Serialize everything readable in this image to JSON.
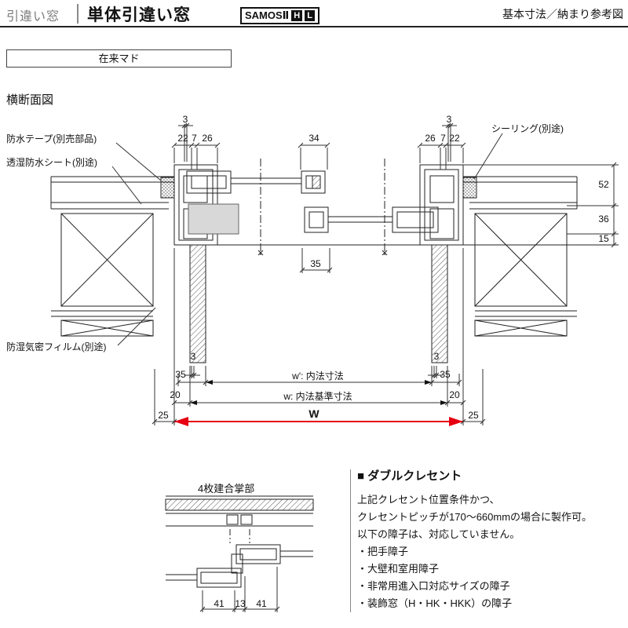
{
  "header": {
    "category": "引違い窓",
    "title": "単体引違い窓",
    "series": "SAMOSⅡ",
    "series_h": "H",
    "series_l": "L",
    "corner_note": "基本寸法／納まり参考図"
  },
  "frame_label": "在来マド",
  "section_title": "横断面図",
  "callouts": {
    "waterproof_tape": "防水テープ(別売部品)",
    "breathable_sheet": "透湿防水シート(別途)",
    "sealing": "シーリング(別途)",
    "vapor_film": "防湿気密フィルム(別途)"
  },
  "dims": {
    "t3l": "3",
    "t3r": "3",
    "l22": "22",
    "l7": "7",
    "l26": "26",
    "c34": "34",
    "r26": "26",
    "r7": "7",
    "r22": "22",
    "v52": "52",
    "v36": "36",
    "v15": "15",
    "c35": "35",
    "b3l": "3",
    "b3r": "3",
    "wp35l": "35",
    "wp35r": "35",
    "w20l": "20",
    "w20r": "20",
    "W25l": "25",
    "W25r": "25",
    "wp_label": "w': 内法寸法",
    "w_label": "w: 内法基準寸法",
    "W_label": "W"
  },
  "sub_diagram": {
    "title": "4枚建合掌部",
    "d41l": "41",
    "d13": "13",
    "d41r": "41"
  },
  "note": {
    "title": "■ ダブルクレセント",
    "lines": [
      "上記クレセント位置条件かつ、",
      "クレセントピッチが170～660mmの場合に製作可。",
      "以下の障子は、対応していません。"
    ],
    "bullets": [
      "・把手障子",
      "・大壁和室用障子",
      "・非常用進入口対応サイズの障子",
      "・装飾窓（H・HK・HKK）の障子"
    ]
  },
  "colors": {
    "accent_red": "#e60012"
  }
}
